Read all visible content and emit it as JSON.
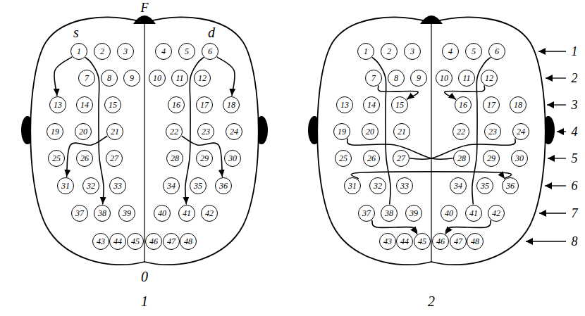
{
  "diagram": {
    "nodes": [
      {
        "text": [
          "1"
        ]
      },
      {
        "text": [
          "2"
        ]
      },
      {
        "text": [
          "3"
        ]
      },
      {
        "text": [
          "4"
        ]
      },
      {
        "text": [
          "5"
        ]
      },
      {
        "text": [
          "6"
        ]
      },
      {
        "text": [
          "7"
        ]
      },
      {
        "text": [
          "8"
        ]
      },
      {
        "text": [
          "9"
        ]
      },
      {
        "text": [
          "10"
        ]
      },
      {
        "text": [
          "11"
        ]
      },
      {
        "text": [
          "12"
        ]
      },
      {
        "text": [
          "13"
        ]
      },
      {
        "text": [
          "14"
        ]
      },
      {
        "text": [
          "15"
        ]
      },
      {
        "text": [
          "16"
        ]
      },
      {
        "text": [
          "17"
        ]
      },
      {
        "text": [
          "18"
        ]
      },
      {
        "text": [
          "19"
        ]
      },
      {
        "text": [
          "20"
        ]
      },
      {
        "text": [
          "21"
        ]
      },
      {
        "text": [
          "22"
        ]
      },
      {
        "text": [
          "23"
        ]
      },
      {
        "text": [
          "24"
        ]
      },
      {
        "text": [
          "25"
        ]
      },
      {
        "text": [
          "26"
        ]
      },
      {
        "text": [
          "27"
        ]
      },
      {
        "text": [
          "28"
        ]
      },
      {
        "text": [
          "29"
        ]
      },
      {
        "text": [
          "30"
        ]
      },
      {
        "text": [
          "31"
        ]
      },
      {
        "text": [
          "32"
        ]
      },
      {
        "text": [
          "33"
        ]
      },
      {
        "text": [
          "34"
        ]
      },
      {
        "text": [
          "35"
        ]
      },
      {
        "text": [
          "36"
        ]
      },
      {
        "text": [
          "37"
        ]
      },
      {
        "text": [
          "38"
        ]
      },
      {
        "text": [
          "39"
        ]
      },
      {
        "text": [
          "40"
        ]
      },
      {
        "text": [
          "41"
        ]
      },
      {
        "text": [
          "42"
        ]
      },
      {
        "text": [
          "43"
        ]
      },
      {
        "text": [
          "44"
        ]
      },
      {
        "text": [
          "45"
        ]
      },
      {
        "text": [
          "46"
        ]
      },
      {
        "text": [
          "47"
        ]
      },
      {
        "text": [
          "48"
        ]
      },
      {
        "text": [
          "1"
        ]
      },
      {
        "text": [
          "2"
        ]
      },
      {
        "text": [
          "3"
        ]
      },
      {
        "text": [
          "4"
        ]
      },
      {
        "text": [
          "5"
        ]
      },
      {
        "text": [
          "6"
        ]
      },
      {
        "text": [
          "7"
        ]
      },
      {
        "text": [
          "8"
        ]
      },
      {
        "text": [
          "9"
        ]
      },
      {
        "text": [
          "10"
        ]
      },
      {
        "text": [
          "11"
        ]
      },
      {
        "text": [
          "12"
        ]
      },
      {
        "text": [
          "13"
        ]
      },
      {
        "text": [
          "14"
        ]
      },
      {
        "text": [
          "15"
        ]
      },
      {
        "text": [
          "16"
        ]
      },
      {
        "text": [
          "17"
        ]
      },
      {
        "text": [
          "18"
        ]
      },
      {
        "text": [
          "19"
        ]
      },
      {
        "text": [
          "20"
        ]
      },
      {
        "text": [
          "21"
        ]
      },
      {
        "text": [
          "22"
        ]
      },
      {
        "text": [
          "23"
        ]
      },
      {
        "text": [
          "24"
        ]
      },
      {
        "text": [
          "25"
        ]
      },
      {
        "text": [
          "26"
        ]
      },
      {
        "text": [
          "27"
        ]
      },
      {
        "text": [
          "28"
        ]
      },
      {
        "text": [
          "29"
        ]
      },
      {
        "text": [
          "30"
        ]
      },
      {
        "text": [
          "31"
        ]
      },
      {
        "text": [
          "32"
        ]
      },
      {
        "text": [
          "33"
        ]
      },
      {
        "text": [
          "34"
        ]
      },
      {
        "text": [
          "35"
        ]
      },
      {
        "text": [
          "36"
        ]
      },
      {
        "text": [
          "37"
        ]
      },
      {
        "text": [
          "38"
        ]
      },
      {
        "text": [
          "39"
        ]
      },
      {
        "text": [
          "40"
        ]
      },
      {
        "text": [
          "41"
        ]
      },
      {
        "text": [
          "42"
        ]
      },
      {
        "text": [
          "43"
        ]
      },
      {
        "text": [
          "44"
        ]
      },
      {
        "text": [
          "45"
        ]
      },
      {
        "text": [
          "46"
        ]
      },
      {
        "text": [
          "47"
        ]
      },
      {
        "text": [
          "48"
        ]
      }
    ],
    "edges": [
      {
        "from": 0,
        "to": 12,
        "arrow": "to"
      },
      {
        "from": 0,
        "to": 37,
        "arrow": "to"
      },
      {
        "from": 20,
        "to": 30,
        "arrow": "to"
      },
      {
        "from": 5,
        "to": 17,
        "arrow": "to"
      },
      {
        "from": 5,
        "to": 40,
        "arrow": "to"
      },
      {
        "from": 21,
        "to": 35,
        "arrow": "to"
      },
      {
        "from": 48,
        "to": 85,
        "arrow": "none"
      },
      {
        "from": 53,
        "to": 88,
        "arrow": "none"
      },
      {
        "from": 54,
        "to": 62,
        "arrow": "to"
      },
      {
        "from": 59,
        "to": 63,
        "arrow": "to"
      },
      {
        "from": 66,
        "to": 75,
        "arrow": "none"
      },
      {
        "from": 71,
        "to": 74,
        "arrow": "none"
      },
      {
        "from": 78,
        "to": 83,
        "arrow": "to"
      },
      {
        "from": 84,
        "to": 92,
        "arrow": "to"
      },
      {
        "from": 89,
        "to": 93,
        "arrow": "to"
      }
    ],
    "labels": [
      "s",
      "F",
      "d",
      "0",
      "1",
      "2",
      "1",
      "2",
      "3",
      "4",
      "5",
      "6",
      "7",
      "8"
    ]
  }
}
